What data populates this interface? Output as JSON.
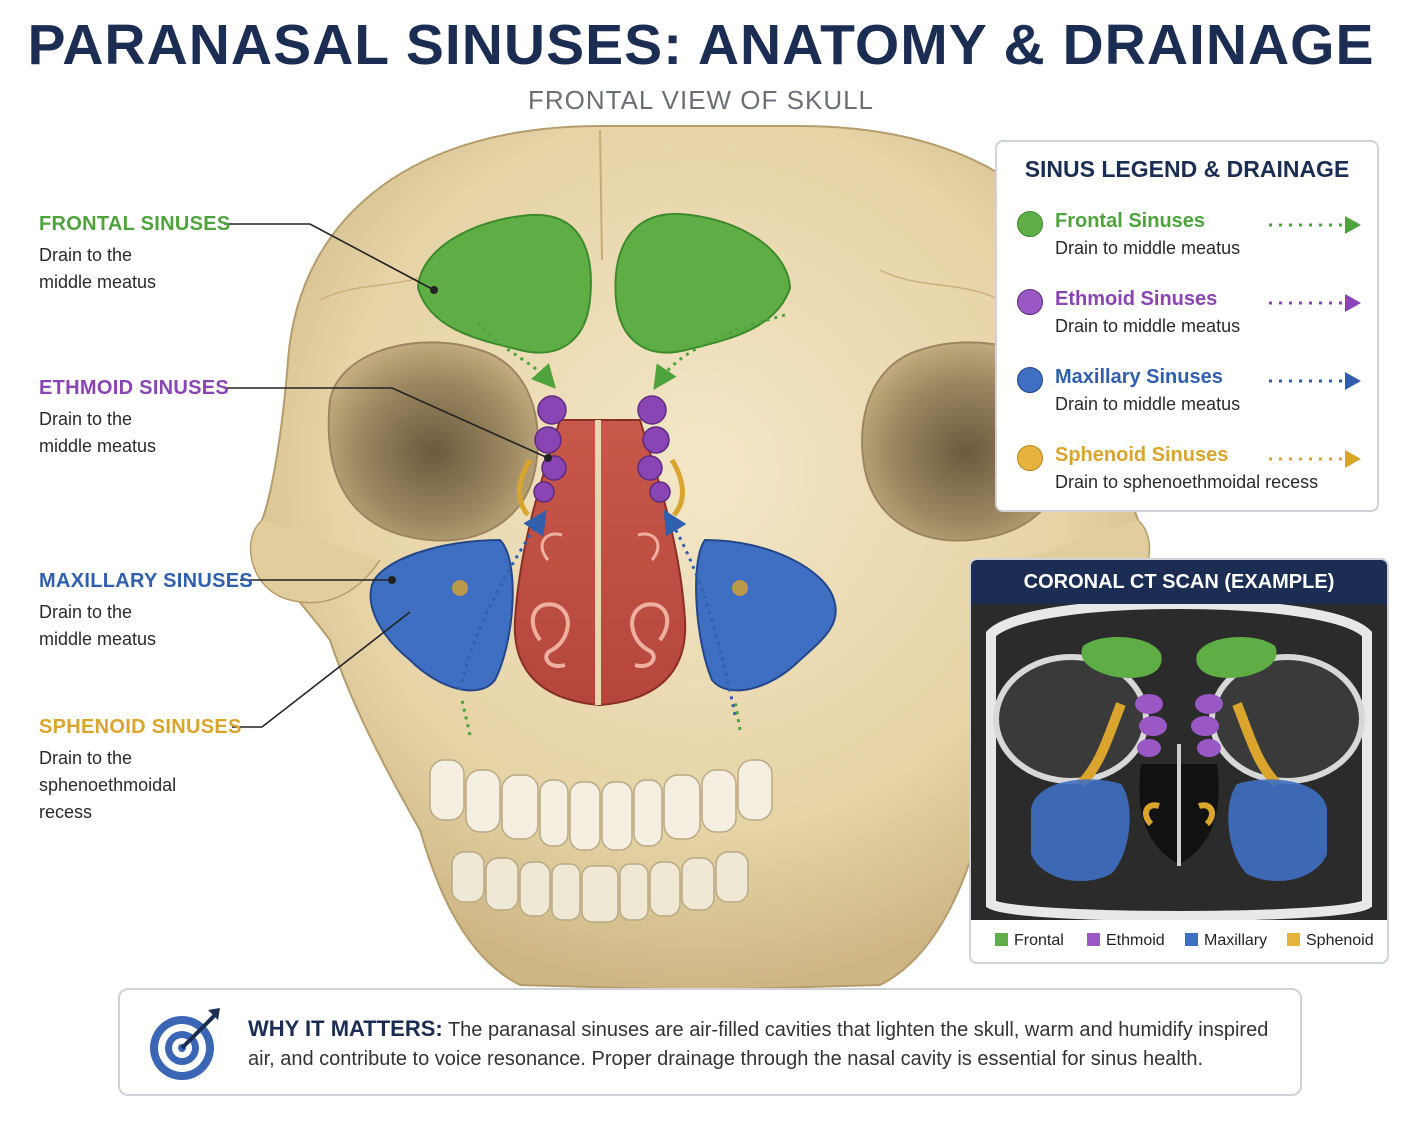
{
  "header": {
    "title": "PARANASAL SINUSES: ANATOMY & DRAINAGE",
    "subtitle": "FRONTAL VIEW OF SKULL"
  },
  "colors": {
    "frontal": "#4fa33c",
    "ethmoid": "#8a45b5",
    "maxillary": "#2f5fad",
    "sphenoid": "#d9a52c",
    "navy": "#1b2d52"
  },
  "callouts": [
    {
      "name": "FRONTAL SINUSES",
      "desc_1": "Drain to the",
      "desc_2": "middle meatus",
      "desc_3": ""
    },
    {
      "name": "ETHMOID SINUSES",
      "desc_1": "Drain to the",
      "desc_2": "middle meatus",
      "desc_3": ""
    },
    {
      "name": "MAXILLARY SINUSES",
      "desc_1": "Drain to the",
      "desc_2": "middle meatus",
      "desc_3": ""
    },
    {
      "name": "SPHENOID SINUSES",
      "desc_1": "Drain to the",
      "desc_2": "sphenoethmoidal",
      "desc_3": "recess"
    }
  ],
  "legend": {
    "title": "SINUS LEGEND & DRAINAGE",
    "items": [
      {
        "name": "Frontal Sinuses",
        "desc": "Drain to middle meatus"
      },
      {
        "name": "Ethmoid Sinuses",
        "desc": "Drain to middle meatus"
      },
      {
        "name": "Maxillary Sinuses",
        "desc": "Drain to middle meatus"
      },
      {
        "name": "Sphenoid Sinuses",
        "desc": "Drain to sphenoethmoidal recess"
      }
    ]
  },
  "ct_panel": {
    "title": "CORONAL CT SCAN (EXAMPLE)",
    "legend": [
      "Frontal",
      "Ethmoid",
      "Maxillary",
      "Sphenoid"
    ]
  },
  "why": {
    "label": "WHY IT MATTERS:",
    "text": "The paranasal sinuses are air-filled cavities that lighten the skull, warm and humidify inspired air, and contribute to voice resonance. Proper drainage through the nasal cavity is essential for sinus health."
  }
}
